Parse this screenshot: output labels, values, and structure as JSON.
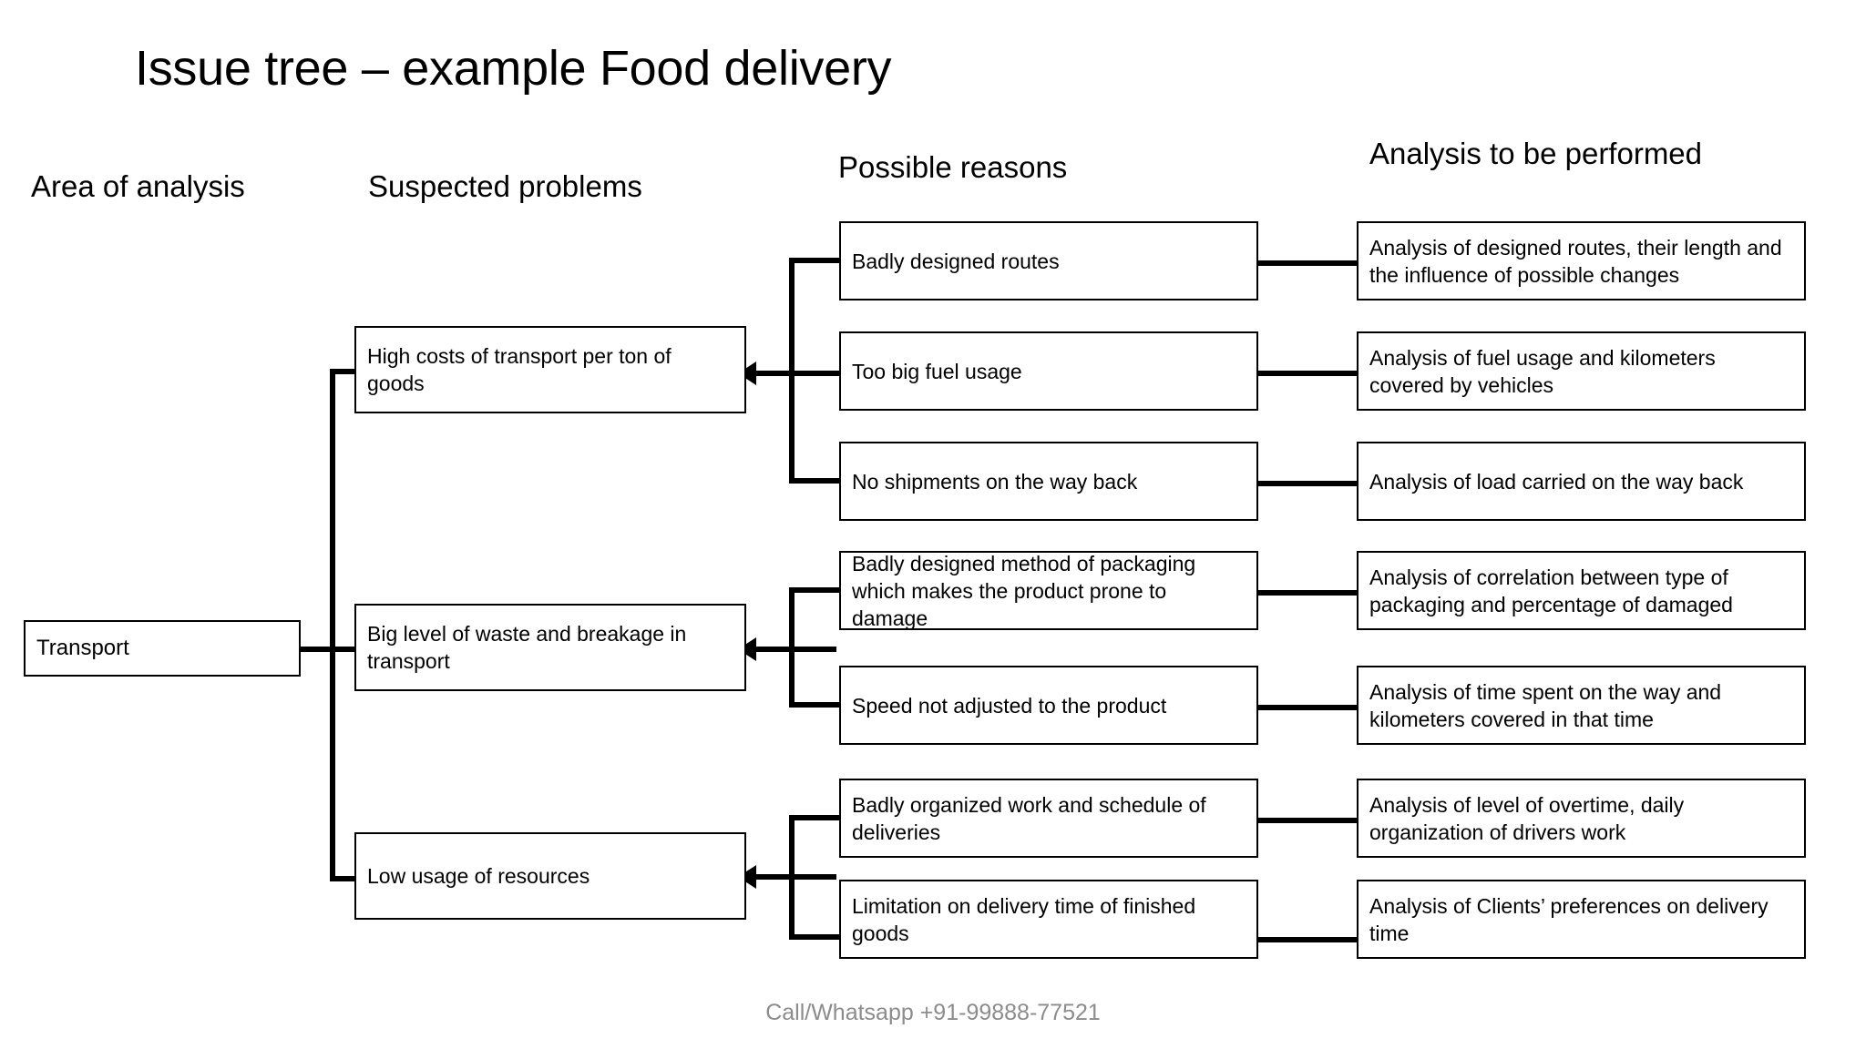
{
  "slide": {
    "title": "Issue tree – example Food delivery",
    "footer": "Call/Whatsapp +91-99888-77521"
  },
  "columns": {
    "area_of_analysis": "Area of analysis",
    "suspected_problems": "Suspected problems",
    "possible_reasons": "Possible reasons",
    "analysis_to_be_performed": "Analysis to be performed"
  },
  "root": {
    "label": "Transport"
  },
  "problems": [
    {
      "label": "High costs of transport per ton of goods"
    },
    {
      "label": "Big level of waste and breakage in transport"
    },
    {
      "label": "Low usage of resources"
    }
  ],
  "reasons": [
    {
      "label": "Badly designed routes"
    },
    {
      "label": "Too big fuel usage"
    },
    {
      "label": "No shipments on the way back"
    },
    {
      "label": "Badly designed method of packaging which makes the product prone to damage"
    },
    {
      "label": "Speed not adjusted to the product"
    },
    {
      "label": "Badly organized work and schedule of deliveries"
    },
    {
      "label": "Limitation on delivery time of finished goods"
    }
  ],
  "analyses": [
    {
      "label": "Analysis of designed routes, their length and the influence of possible changes"
    },
    {
      "label": "Analysis of fuel usage and kilometers covered by vehicles"
    },
    {
      "label": "Analysis of load carried on the way back"
    },
    {
      "label": "Analysis of correlation between type of packaging and percentage of damaged"
    },
    {
      "label": "Analysis of time spent on the way and kilometers covered in that time"
    },
    {
      "label": "Analysis of level of overtime, daily organization of drivers work"
    },
    {
      "label": "Analysis of Clients’ preferences on delivery time"
    }
  ],
  "colors": {
    "background": "#ffffff",
    "stroke": "#000000",
    "text": "#000000",
    "footer_text": "#8c8c8c"
  }
}
